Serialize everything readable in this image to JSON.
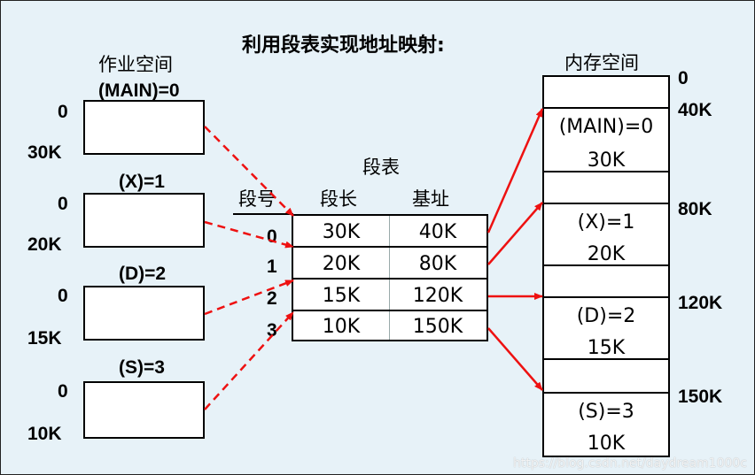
{
  "title": "利用段表实现地址映射:",
  "job_space": {
    "heading": "作业空间",
    "segments": [
      {
        "name": "(MAIN)=0",
        "start": "0",
        "end": "30K"
      },
      {
        "name": "(X)=1",
        "start": "0",
        "end": "20K"
      },
      {
        "name": "(D)=2",
        "start": "0",
        "end": "15K"
      },
      {
        "name": "(S)=3",
        "start": "0",
        "end": "10K"
      }
    ]
  },
  "segment_table": {
    "title": "段表",
    "headers": {
      "number": "段号",
      "length": "段长",
      "base": "基址"
    },
    "rows": [
      {
        "number": "0",
        "length": "30K",
        "base": "40K"
      },
      {
        "number": "1",
        "length": "20K",
        "base": "80K"
      },
      {
        "number": "2",
        "length": "15K",
        "base": "120K"
      },
      {
        "number": "3",
        "length": "10K",
        "base": "150K"
      }
    ]
  },
  "memory": {
    "heading": "内存空间",
    "addresses": [
      "0",
      "40K",
      "80K",
      "120K",
      "150K"
    ],
    "blocks": [
      {
        "name": "(MAIN)=0",
        "size": "30K"
      },
      {
        "name": "(X)=1",
        "size": "20K"
      },
      {
        "name": "(D)=2",
        "size": "15K"
      },
      {
        "name": "(S)=3",
        "size": "10K"
      }
    ]
  },
  "colors": {
    "arrow": "#EE1111",
    "background": "#E7F2F8",
    "box_fill": "#FFFFFF"
  },
  "watermark": "https://blog.csdn.net/daydream1000c"
}
